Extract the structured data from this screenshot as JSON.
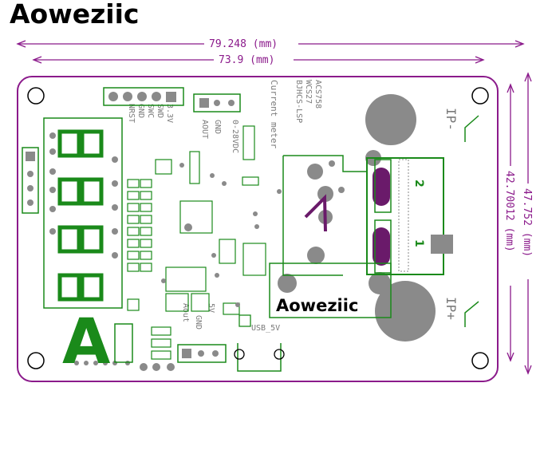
{
  "brand": "Aoweziic",
  "dimensions": {
    "width_outer": "79.248 (mm)",
    "width_inner": "73.9 (mm)",
    "height_outer": "47.752 (mm)",
    "height_inner": "42.70012 (mm)"
  },
  "labels": {
    "ip_minus": "IP-",
    "ip_plus": "IP+",
    "pin2": "2",
    "pin1": "1",
    "acs758": "ACS758",
    "wcs27": "WCS27",
    "bjhcs": "BJHCS-LSP",
    "current_meter": "Current meter",
    "range": "0-28VDC",
    "gnd": "GND",
    "aout": "AOUT",
    "nrst": "NRST",
    "gnd2": "GND",
    "swc": "SWC",
    "swd": "SWD",
    "v33": "3.3V",
    "aout2": "Aout",
    "gnd3": "GND",
    "v5": "5V",
    "usb5v": "USB_5V",
    "letter": "A",
    "overlay_brand": "Aoweziic"
  },
  "colors": {
    "dimension": "#8b1a8b",
    "outline": "#8b1a8b",
    "copper": "#8a8a8a",
    "silk": "#1a8a1a",
    "accent": "#6a1a6a"
  }
}
